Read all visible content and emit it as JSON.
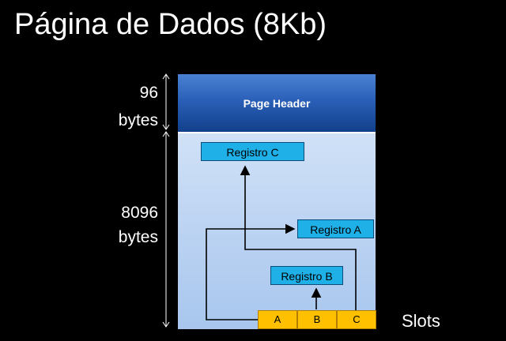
{
  "title": "Página de Dados (8Kb)",
  "header_size": {
    "value": "96",
    "unit": "bytes"
  },
  "data_size": {
    "value": "8096",
    "unit": "bytes"
  },
  "page_header_label": "Page Header",
  "records": {
    "c": "Registro C",
    "a": "Registro A",
    "b": "Registro B"
  },
  "slots": [
    "A",
    "B",
    "C"
  ],
  "slots_label": "Slots",
  "colors": {
    "background": "#000000",
    "header": "#1f4f9e",
    "page_body": "#c4d9f4",
    "record": "#1fb0e8",
    "slot": "#ffc000"
  }
}
